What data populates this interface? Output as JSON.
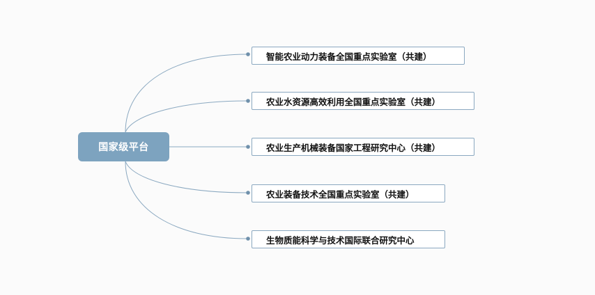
{
  "colors": {
    "root_fill": "#7da3bf",
    "edge": "#8aa8c0",
    "dot": "#6f90ab",
    "leaf_border": "#8aa8c0"
  },
  "root": {
    "label": "国家级平台"
  },
  "branches": [
    {
      "label": "智能农业动力装备全国重点实验室（共建）"
    },
    {
      "label": "农业水资源高效利用全国重点实验室（共建）"
    },
    {
      "label": "农业生产机械装备国家工程研究中心（共建）"
    },
    {
      "label": "农业装备技术全国重点实验室（共建）"
    },
    {
      "label": "生物质能科学与技术国际联合研究中心"
    }
  ]
}
